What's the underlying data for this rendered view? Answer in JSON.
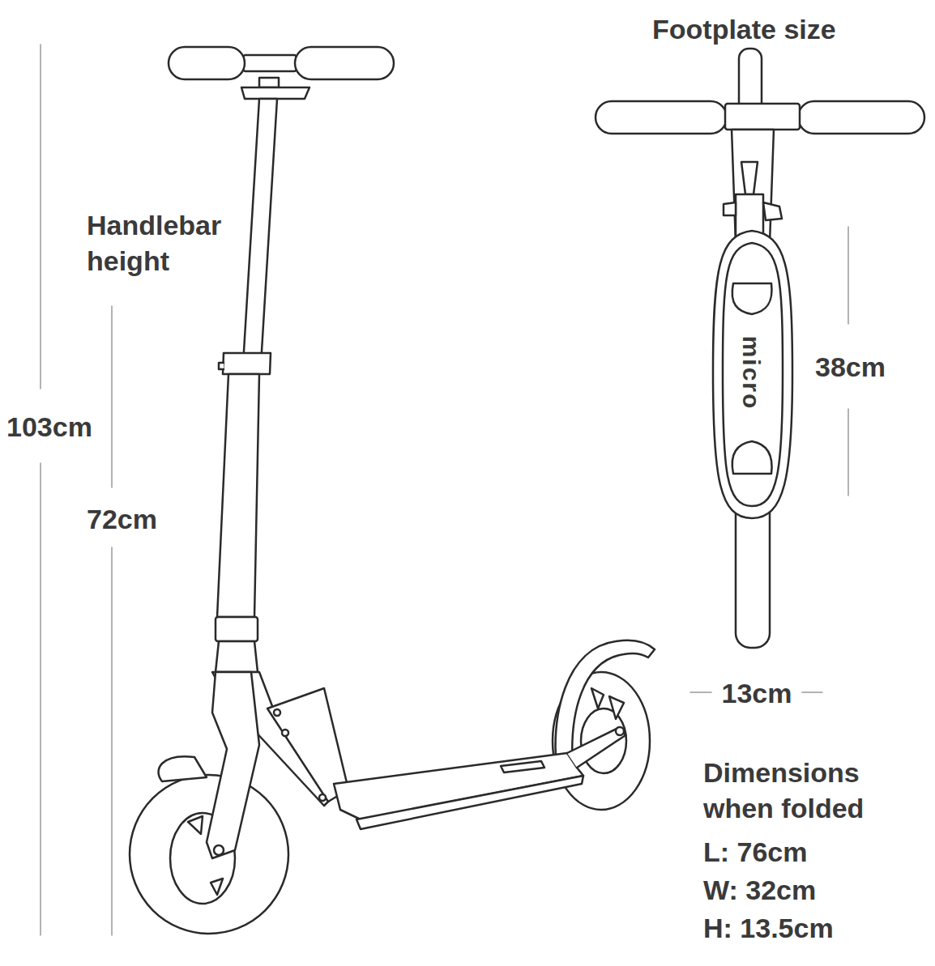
{
  "diagram": {
    "labels": [
      "Footplate size",
      "Handlebar height",
      "103cm",
      "72cm",
      "micro",
      "38cm",
      "13cm",
      "Dimensions when folded",
      "L: 76cm",
      "W: 32cm",
      "H: 13.5cm"
    ]
  }
}
